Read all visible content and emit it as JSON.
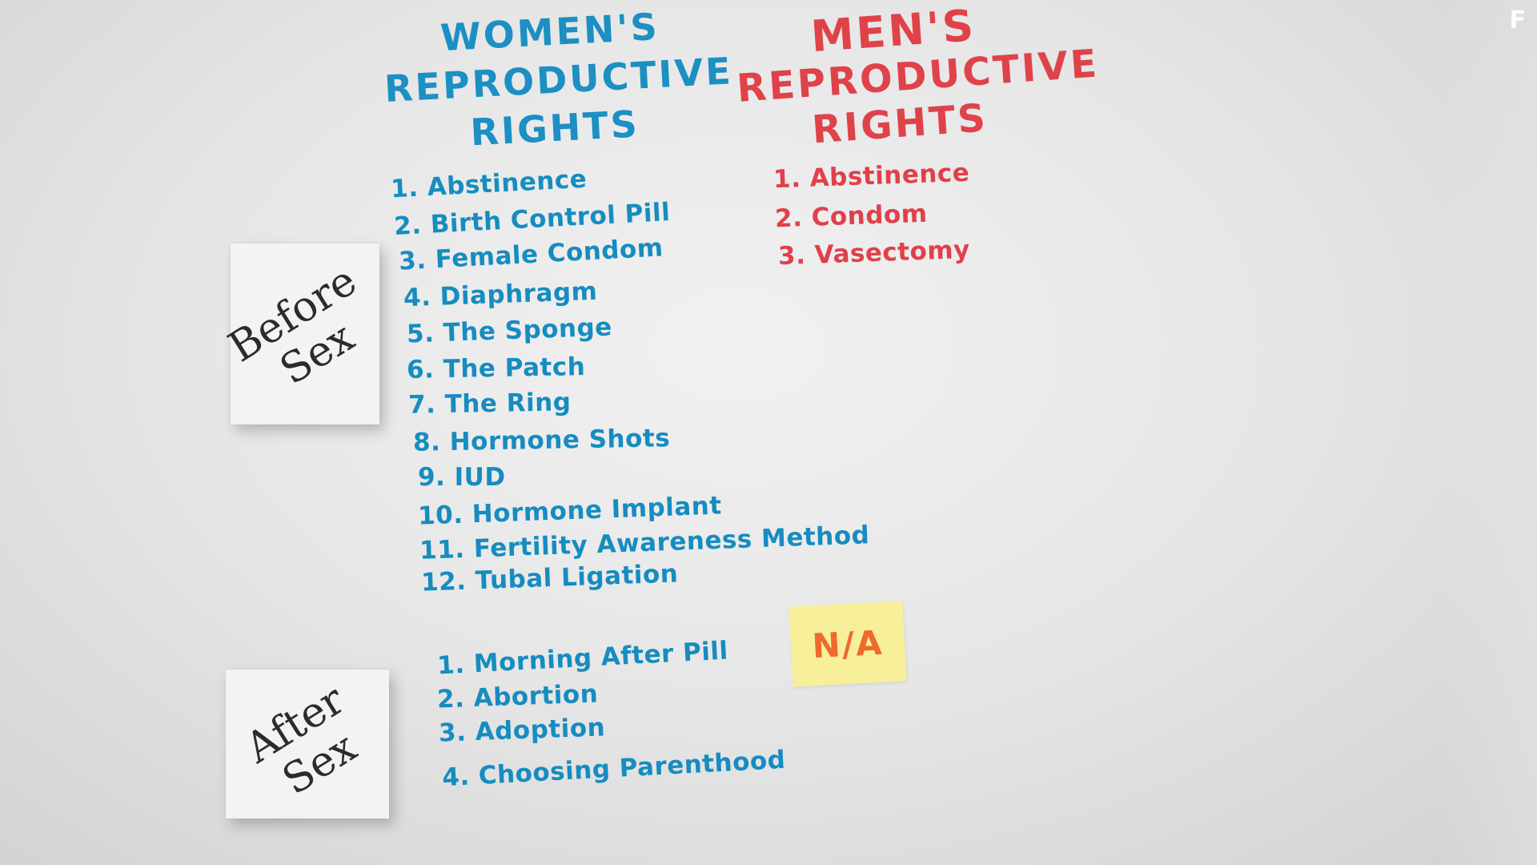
{
  "womens": {
    "heading": [
      "WOMEN'S",
      "REPRODUCTIVE",
      "RIGHTS"
    ],
    "before_sex_methods": [
      "1. Abstinence",
      "2. Birth Control Pill",
      "3. Female Condom",
      "4. Diaphragm",
      "5. The Sponge",
      "6. The Patch",
      "7. The Ring",
      "8. Hormone Shots",
      "9. IUD",
      "10. Hormone Implant",
      "11. Fertility Awareness Method",
      "12. Tubal Ligation"
    ],
    "after_sex_options": [
      "1. Morning After Pill",
      "2. Abortion",
      "3. Adoption",
      "4. Choosing Parenthood"
    ]
  },
  "mens": {
    "heading": [
      "MEN'S",
      "REPRODUCTIVE",
      "RIGHTS"
    ],
    "before_sex_methods": [
      "1. Abstinence",
      "2. Condom",
      "3. Vasectomy"
    ],
    "after_sex_label": "N/A"
  },
  "sticky_notes": {
    "before_sex": [
      "Before",
      "Sex"
    ],
    "after_sex": [
      "After",
      "Sex"
    ]
  },
  "logo_text": "F",
  "colors": {
    "womens": "#1c8fc3",
    "mens": "#e0424a",
    "na_note_bg": "#f7ef9a",
    "na_text": "#ee6a2e",
    "sticky_bg": "#f3f3f1"
  }
}
